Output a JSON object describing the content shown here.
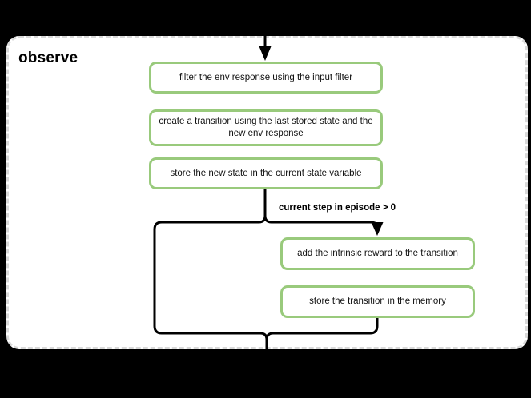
{
  "diagram": {
    "group_title": "observe",
    "nodes": [
      {
        "label": "filter the env response using the input filter"
      },
      {
        "label": "create a transition using the last stored state and the new env response"
      },
      {
        "label": "store the new state in the current state variable"
      },
      {
        "label": "add the intrinsic reward to the transition"
      },
      {
        "label": "store the transition in the memory"
      }
    ],
    "condition_label": "current step in episode > 0",
    "colors": {
      "node_border": "#99ca7c",
      "node_background": "#ffffff",
      "connector": "#000000",
      "container_border": "#d9d9d9",
      "container_background": "#ffffff",
      "page_background": "#000000",
      "text": "#111111"
    }
  }
}
